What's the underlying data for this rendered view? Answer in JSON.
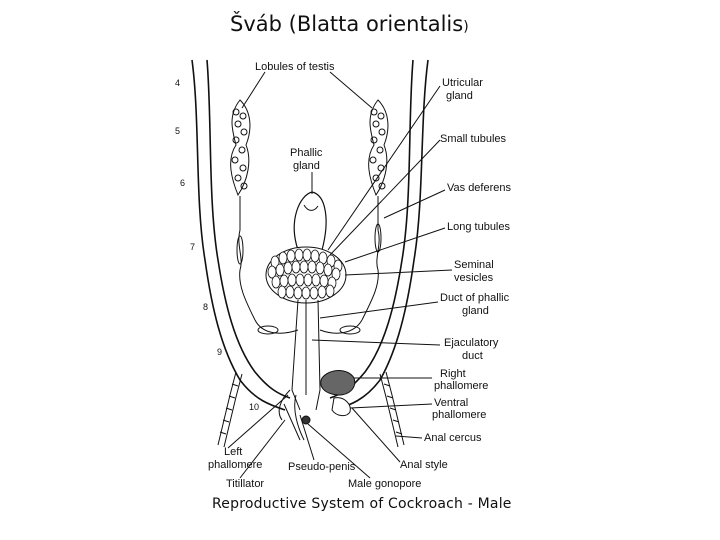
{
  "title": {
    "main": "Šváb (Blatta orientalis",
    "paren": ")"
  },
  "caption": "Reproductive System of Cockroach - Male",
  "labels": {
    "lobules": "Lobules of testis",
    "utricular_1": "Utricular",
    "utricular_2": "gland",
    "small_tubules": "Small tubules",
    "phallic_1": "Phallic",
    "phallic_2": "gland",
    "vas_deferens": "Vas deferens",
    "long_tubules": "Long tubules",
    "seminal_1": "Seminal",
    "seminal_2": "vesicles",
    "duct_1": "Duct of phallic",
    "duct_2": "gland",
    "ejac_1": "Ejaculatory",
    "ejac_2": "duct",
    "right_1": "Right",
    "right_2": "phallomere",
    "ventral_1": "Ventral",
    "ventral_2": "phallomere",
    "anal_cercus": "Anal cercus",
    "left_1": "Left",
    "left_2": "phallomere",
    "pseudo": "Pseudo-penis",
    "anal_style": "Anal style",
    "titillator": "Titillator",
    "gonopore": "Male gonopore"
  },
  "segments": [
    "4",
    "5",
    "6",
    "7",
    "8",
    "9",
    "10"
  ]
}
